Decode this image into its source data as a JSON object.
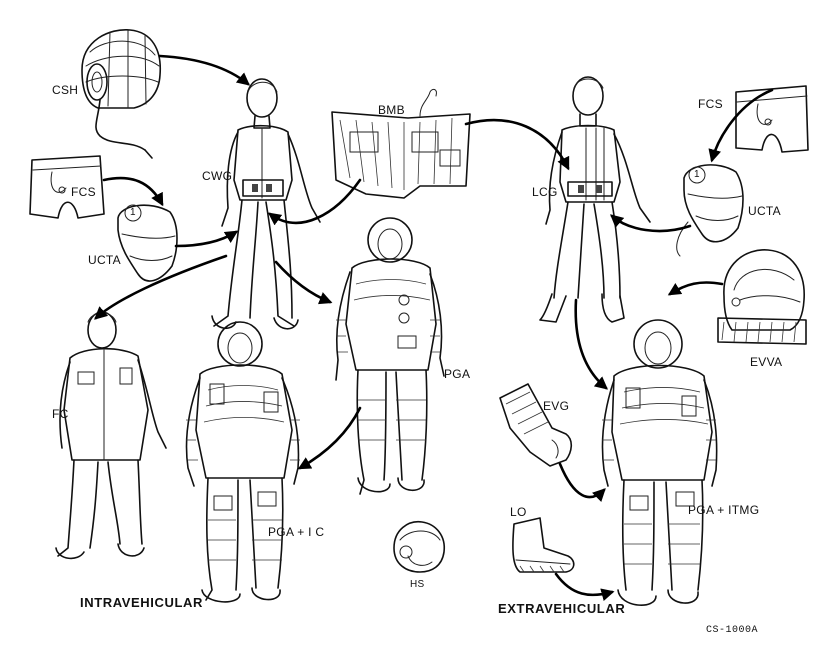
{
  "labels": {
    "csh": "CSH",
    "fcs_left": "FCS",
    "ucta_left": "UCTA",
    "cwg": "CWG",
    "bmb": "BMB",
    "lcg": "LCG",
    "fcs_right": "FCS",
    "ucta_right": "UCTA",
    "fc": "FC",
    "pga": "PGA",
    "pga_ic": "PGA + I C",
    "hs": "HS",
    "evva": "EVVA",
    "evg": "EVG",
    "pga_itmg": "PGA + ITMG",
    "lo": "LO",
    "intravehicular": "INTRAVEHICULAR",
    "extravehicular": "EXTRAVEHICULAR",
    "code": "CS-1000A"
  },
  "badge_numbers": {
    "ucta_left": "1",
    "ucta_right": "1"
  }
}
